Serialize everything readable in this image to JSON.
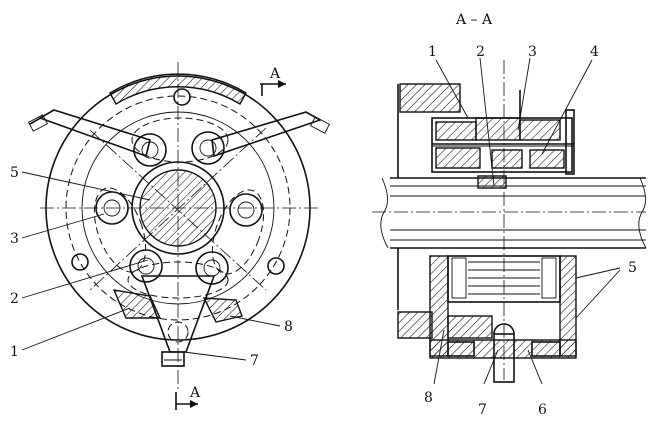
{
  "section_title": "A – A",
  "section_marks": [
    "A",
    "A"
  ],
  "left_view_labels": [
    "5",
    "3",
    "2",
    "1",
    "8",
    "7"
  ],
  "right_view_labels": [
    "1",
    "2",
    "3",
    "4",
    "5",
    "8",
    "7",
    "6"
  ]
}
